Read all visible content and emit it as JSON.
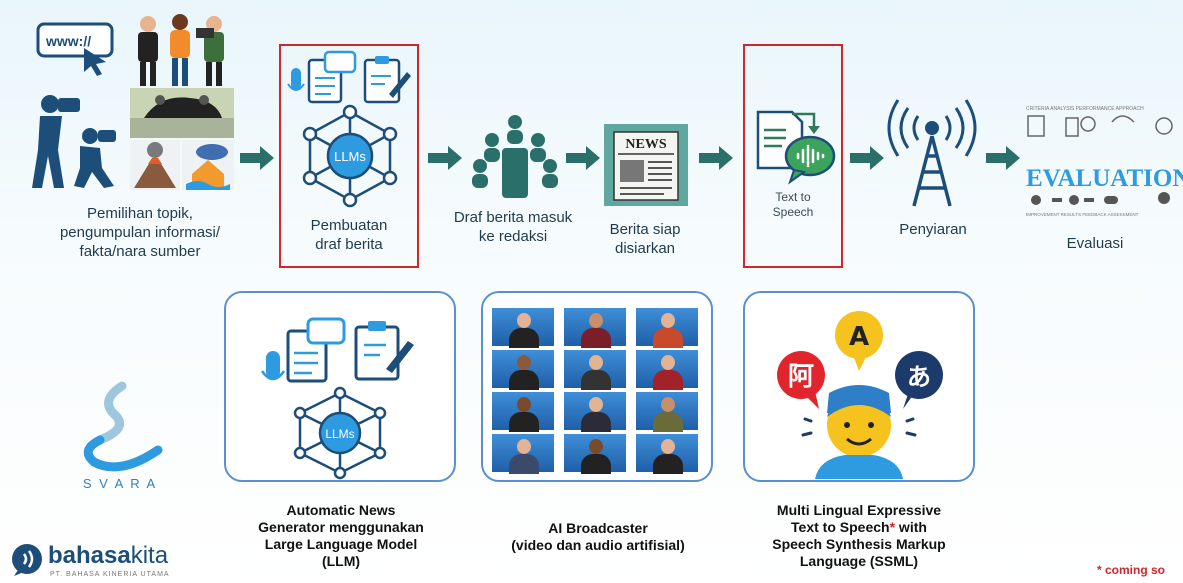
{
  "pipeline": {
    "step1": {
      "lines": [
        "Pemilihan topik,",
        "pengumpulan informasi/",
        "fakta/nara sumber"
      ],
      "url_text": "www://"
    },
    "step2": {
      "lines": [
        "Pembuatan",
        "draf berita"
      ],
      "icon_label": "LLMs"
    },
    "step3": {
      "lines": [
        "Draf berita masuk",
        "ke redaksi"
      ]
    },
    "step4": {
      "lines": [
        "Berita siap",
        "disiarkan"
      ],
      "newspaper_text": "NEWS"
    },
    "step5": {
      "lines": [
        "Text to",
        "Speech"
      ]
    },
    "step6": {
      "label": "Penyiaran"
    },
    "step7": {
      "label": "Evaluasi",
      "evaluation_text": "EVALUATION"
    }
  },
  "cards": {
    "llm": {
      "icon_label": "LLMs",
      "caption": [
        "Automatic News",
        "Generator menggunakan",
        "Large Language Model",
        "(LLM)"
      ]
    },
    "broadcaster": {
      "caption": [
        "AI Broadcaster",
        "(video dan audio artifisial)"
      ]
    },
    "tts": {
      "glyphs": [
        "阿",
        "A",
        "あ"
      ],
      "caption": [
        "Multi Lingual Expressive",
        "Text to Speech",
        " with",
        "Speech Synthesis Markup",
        "Language (SSML)"
      ],
      "asterisk": "*"
    }
  },
  "branding": {
    "svara": "S V A R A",
    "bahasa_bold": "bahasa",
    "bahasa_light": "kita",
    "tagline": "PT. BAHASA KINERIA UTAMA"
  },
  "footnote": "* coming so",
  "colors": {
    "arrow": "#2b6f6a",
    "highlight": "#d0262c",
    "card_border": "#5a8fd0",
    "icon_blue": "#2e9ae0"
  }
}
